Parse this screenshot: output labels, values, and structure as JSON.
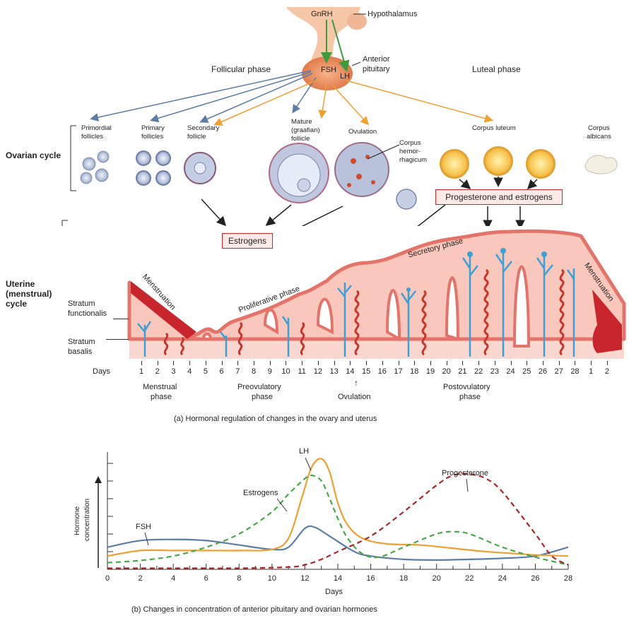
{
  "hypothalamus": {
    "gnrh": "GnRH",
    "label": "Hypothalamus"
  },
  "pituitary": {
    "label_line1": "Anterior",
    "label_line2": "pituitary",
    "fsh": "FSH",
    "lh": "LH"
  },
  "phases_top": {
    "follicular": "Follicular phase",
    "luteal": "Luteal phase"
  },
  "ovarian": {
    "section_label": "Ovarian cycle",
    "primordial": [
      "Primordial",
      "follicles"
    ],
    "primary": [
      "Primary",
      "follicles"
    ],
    "secondary": [
      "Secondary",
      "follicle"
    ],
    "mature": [
      "Mature",
      "(graafian)",
      "follicle"
    ],
    "ovulation": "Ovulation",
    "corpus_hem": [
      "Corpus",
      "hemor-",
      "rhagicum"
    ],
    "corpus_luteum": "Corpus luteum",
    "corpus_albicans": [
      "Corpus",
      "albicans"
    ]
  },
  "hormone_boxes": {
    "progest_estro": "Progesterone and estrogens",
    "estrogens": "Estrogens"
  },
  "uterine": {
    "section_label": [
      "Uterine",
      "(menstrual)",
      "cycle"
    ],
    "functionalis": [
      "Stratum",
      "functionalis"
    ],
    "basalis": [
      "Stratum",
      "basalis"
    ],
    "menstruation_left": "Menstruation",
    "menstruation_right": "Menstruation",
    "proliferative": "Proliferative phase",
    "secretory": "Secretory phase"
  },
  "days_row": {
    "label": "Days",
    "days": [
      "1",
      "2",
      "3",
      "4",
      "5",
      "6",
      "7",
      "8",
      "9",
      "10",
      "11",
      "12",
      "13",
      "14",
      "15",
      "16",
      "17",
      "18",
      "19",
      "20",
      "21",
      "22",
      "23",
      "24",
      "25",
      "26",
      "27",
      "28",
      "1",
      "2"
    ],
    "menstrual_phase": [
      "Menstrual",
      "phase"
    ],
    "preovulatory_phase": [
      "Preovulatory",
      "phase"
    ],
    "ovulation": "Ovulation",
    "postovulatory_phase": [
      "Postovulatory",
      "phase"
    ]
  },
  "caption_a": "(a) Hormonal regulation of changes in the ovary and uterus",
  "caption_b": "(b) Changes in concentration of anterior pituitary and ovarian hormones",
  "colors": {
    "fsh": "#5b7da6",
    "lh": "#f0a030",
    "estrogens": "#4aa84a",
    "progesterone": "#a8282c",
    "tissue": "#f4b2a4",
    "vessel": "#3aa0d6",
    "artery": "#c9352c"
  },
  "chart_data": {
    "type": "line",
    "xlabel": "Days",
    "ylabel": "Hormone concentration",
    "xlim": [
      0,
      28
    ],
    "xticks": [
      "0",
      "2",
      "4",
      "6",
      "8",
      "10",
      "12",
      "14",
      "16",
      "18",
      "20",
      "22",
      "24",
      "26",
      "28"
    ],
    "series": [
      {
        "name": "FSH",
        "color": "#5b7da6",
        "dash": "solid",
        "x": [
          0,
          2,
          4,
          6,
          8,
          10,
          11,
          12,
          12.6,
          13.5,
          15,
          16,
          18,
          20,
          22,
          24,
          26,
          28
        ],
        "y": [
          1.0,
          1.3,
          1.35,
          1.3,
          1.1,
          0.9,
          1.0,
          1.85,
          1.9,
          1.5,
          0.8,
          0.6,
          0.45,
          0.42,
          0.45,
          0.5,
          0.6,
          1.0
        ]
      },
      {
        "name": "LH",
        "color": "#f0a030",
        "dash": "solid",
        "x": [
          0,
          2,
          4,
          6,
          8,
          10,
          11,
          11.8,
          12.4,
          13,
          13.5,
          14,
          14.6,
          15.5,
          17,
          19,
          21,
          23,
          25,
          26,
          28
        ],
        "y": [
          0.6,
          0.85,
          0.85,
          0.85,
          0.85,
          0.9,
          1.4,
          3.2,
          4.6,
          5.0,
          4.4,
          3.0,
          2.0,
          1.4,
          1.15,
          1.1,
          0.95,
          0.8,
          0.7,
          0.65,
          0.6
        ]
      },
      {
        "name": "Estrogens",
        "color": "#4aa84a",
        "dash": "dashed",
        "x": [
          0,
          2,
          4,
          6,
          8,
          10,
          11,
          12,
          12.4,
          13,
          13.5,
          14,
          14.6,
          15.5,
          16.5,
          18,
          20,
          21,
          22,
          24,
          26,
          28
        ],
        "y": [
          0.3,
          0.4,
          0.6,
          1.0,
          1.6,
          2.6,
          3.4,
          4.1,
          4.25,
          4.0,
          3.2,
          2.3,
          1.4,
          0.7,
          0.55,
          1.0,
          1.6,
          1.7,
          1.6,
          1.0,
          0.55,
          0.2
        ]
      },
      {
        "name": "Progesterone",
        "color": "#a8282c",
        "dash": "dashed",
        "x": [
          0,
          4,
          8,
          11,
          12,
          13,
          14,
          16,
          18,
          20,
          21,
          22,
          23,
          24,
          26,
          27,
          28
        ],
        "y": [
          0.05,
          0.05,
          0.05,
          0.1,
          0.2,
          0.45,
          0.8,
          1.5,
          2.6,
          3.8,
          4.25,
          4.3,
          4.1,
          3.5,
          1.6,
          0.6,
          0.2
        ]
      }
    ],
    "labels": {
      "fsh": "FSH",
      "lh": "LH",
      "estrogens": "Estrogens",
      "progesterone": "Progesterone"
    }
  }
}
